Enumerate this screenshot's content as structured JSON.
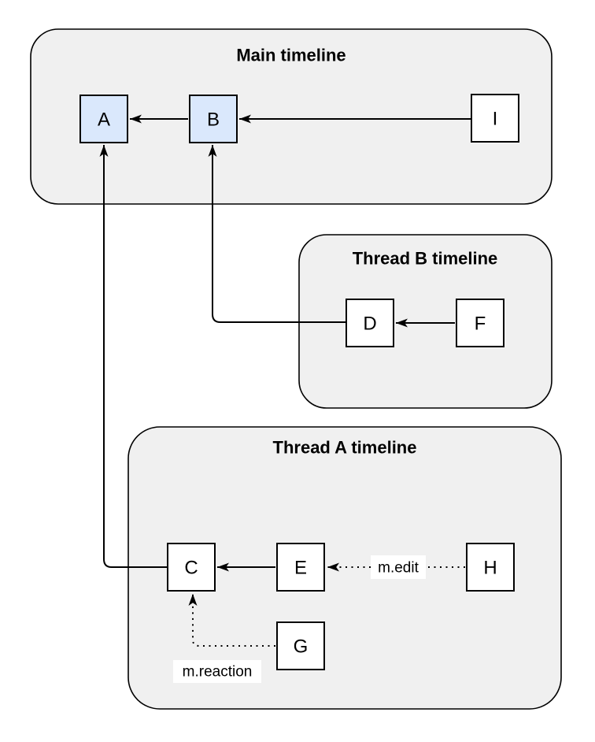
{
  "diagram": {
    "colors": {
      "container_fill": "#f0f0f0",
      "container_stroke": "#000000",
      "node_fill": "#ffffff",
      "node_highlight_fill": "#dae8fc",
      "node_stroke": "#000000",
      "edge_color": "#000000",
      "label_background": "#ffffff",
      "text_color": "#000000"
    },
    "containers": {
      "main": {
        "title": "Main timeline"
      },
      "thread_b": {
        "title": "Thread B timeline"
      },
      "thread_a": {
        "title": "Thread A timeline"
      }
    },
    "nodes": {
      "a": {
        "label": "A",
        "highlighted": true
      },
      "b": {
        "label": "B",
        "highlighted": true
      },
      "i": {
        "label": "I",
        "highlighted": false
      },
      "d": {
        "label": "D",
        "highlighted": false
      },
      "f": {
        "label": "F",
        "highlighted": false
      },
      "c": {
        "label": "C",
        "highlighted": false
      },
      "e": {
        "label": "E",
        "highlighted": false
      },
      "h": {
        "label": "H",
        "highlighted": false
      },
      "g": {
        "label": "G",
        "highlighted": false
      }
    },
    "edge_labels": {
      "edit": "m.edit",
      "reaction": "m.reaction"
    }
  }
}
